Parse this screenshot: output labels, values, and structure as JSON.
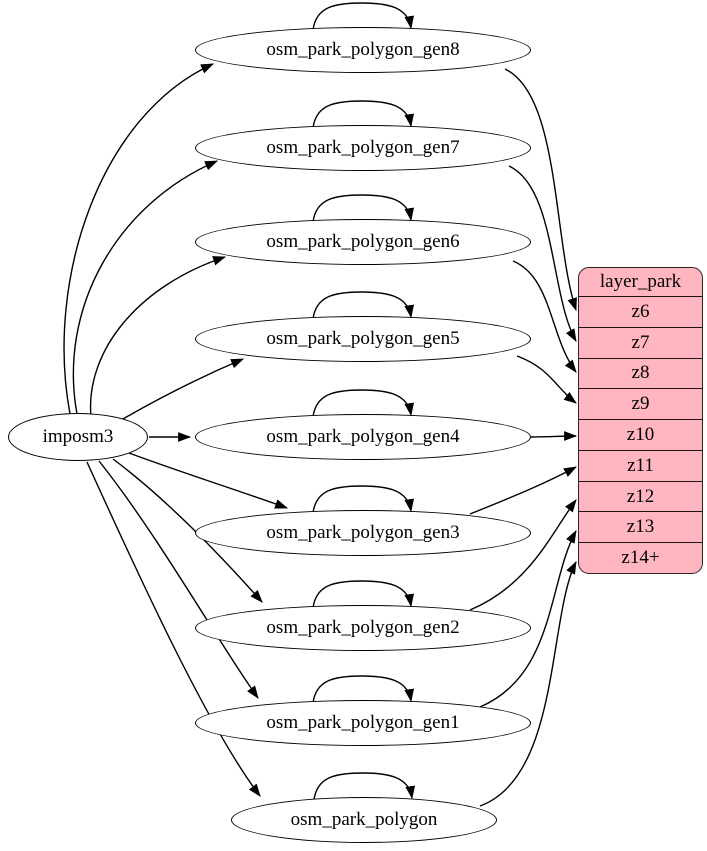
{
  "graph": {
    "kind": "database-to-layer mapping diagram",
    "source": {
      "label": "imposm3"
    },
    "tables": [
      {
        "label": "osm_park_polygon_gen8",
        "zoom_target": "z6",
        "self_update": true
      },
      {
        "label": "osm_park_polygon_gen7",
        "zoom_target": "z7",
        "self_update": true
      },
      {
        "label": "osm_park_polygon_gen6",
        "zoom_target": "z8",
        "self_update": true
      },
      {
        "label": "osm_park_polygon_gen5",
        "zoom_target": "z9",
        "self_update": true
      },
      {
        "label": "osm_park_polygon_gen4",
        "zoom_target": "z10",
        "self_update": true
      },
      {
        "label": "osm_park_polygon_gen3",
        "zoom_target": "z11",
        "self_update": true
      },
      {
        "label": "osm_park_polygon_gen2",
        "zoom_target": "z12",
        "self_update": true
      },
      {
        "label": "osm_park_polygon_gen1",
        "zoom_target": "z13",
        "self_update": true
      },
      {
        "label": "osm_park_polygon",
        "zoom_target": "z14+",
        "self_update": true
      }
    ],
    "layer": {
      "title": "layer_park",
      "rows": [
        "z6",
        "z7",
        "z8",
        "z9",
        "z10",
        "z11",
        "z12",
        "z13",
        "z14+"
      ],
      "fill_color": "#ffb6c1",
      "border_color": "#2e2225"
    },
    "edges": [
      {
        "from": "imposm3",
        "to": "osm_park_polygon_gen8"
      },
      {
        "from": "imposm3",
        "to": "osm_park_polygon_gen7"
      },
      {
        "from": "imposm3",
        "to": "osm_park_polygon_gen6"
      },
      {
        "from": "imposm3",
        "to": "osm_park_polygon_gen5"
      },
      {
        "from": "imposm3",
        "to": "osm_park_polygon_gen4"
      },
      {
        "from": "imposm3",
        "to": "osm_park_polygon_gen3"
      },
      {
        "from": "imposm3",
        "to": "osm_park_polygon_gen2"
      },
      {
        "from": "imposm3",
        "to": "osm_park_polygon_gen1"
      },
      {
        "from": "imposm3",
        "to": "osm_park_polygon"
      },
      {
        "from": "osm_park_polygon_gen8",
        "to": "osm_park_polygon_gen8"
      },
      {
        "from": "osm_park_polygon_gen7",
        "to": "osm_park_polygon_gen7"
      },
      {
        "from": "osm_park_polygon_gen6",
        "to": "osm_park_polygon_gen6"
      },
      {
        "from": "osm_park_polygon_gen5",
        "to": "osm_park_polygon_gen5"
      },
      {
        "from": "osm_park_polygon_gen4",
        "to": "osm_park_polygon_gen4"
      },
      {
        "from": "osm_park_polygon_gen3",
        "to": "osm_park_polygon_gen3"
      },
      {
        "from": "osm_park_polygon_gen2",
        "to": "osm_park_polygon_gen2"
      },
      {
        "from": "osm_park_polygon_gen1",
        "to": "osm_park_polygon_gen1"
      },
      {
        "from": "osm_park_polygon",
        "to": "osm_park_polygon"
      },
      {
        "from": "osm_park_polygon_gen8",
        "to": "layer_park:z6"
      },
      {
        "from": "osm_park_polygon_gen7",
        "to": "layer_park:z7"
      },
      {
        "from": "osm_park_polygon_gen6",
        "to": "layer_park:z8"
      },
      {
        "from": "osm_park_polygon_gen5",
        "to": "layer_park:z9"
      },
      {
        "from": "osm_park_polygon_gen4",
        "to": "layer_park:z10"
      },
      {
        "from": "osm_park_polygon_gen3",
        "to": "layer_park:z11"
      },
      {
        "from": "osm_park_polygon_gen2",
        "to": "layer_park:z12"
      },
      {
        "from": "osm_park_polygon_gen1",
        "to": "layer_park:z13"
      },
      {
        "from": "osm_park_polygon",
        "to": "layer_park:z14+"
      }
    ]
  }
}
